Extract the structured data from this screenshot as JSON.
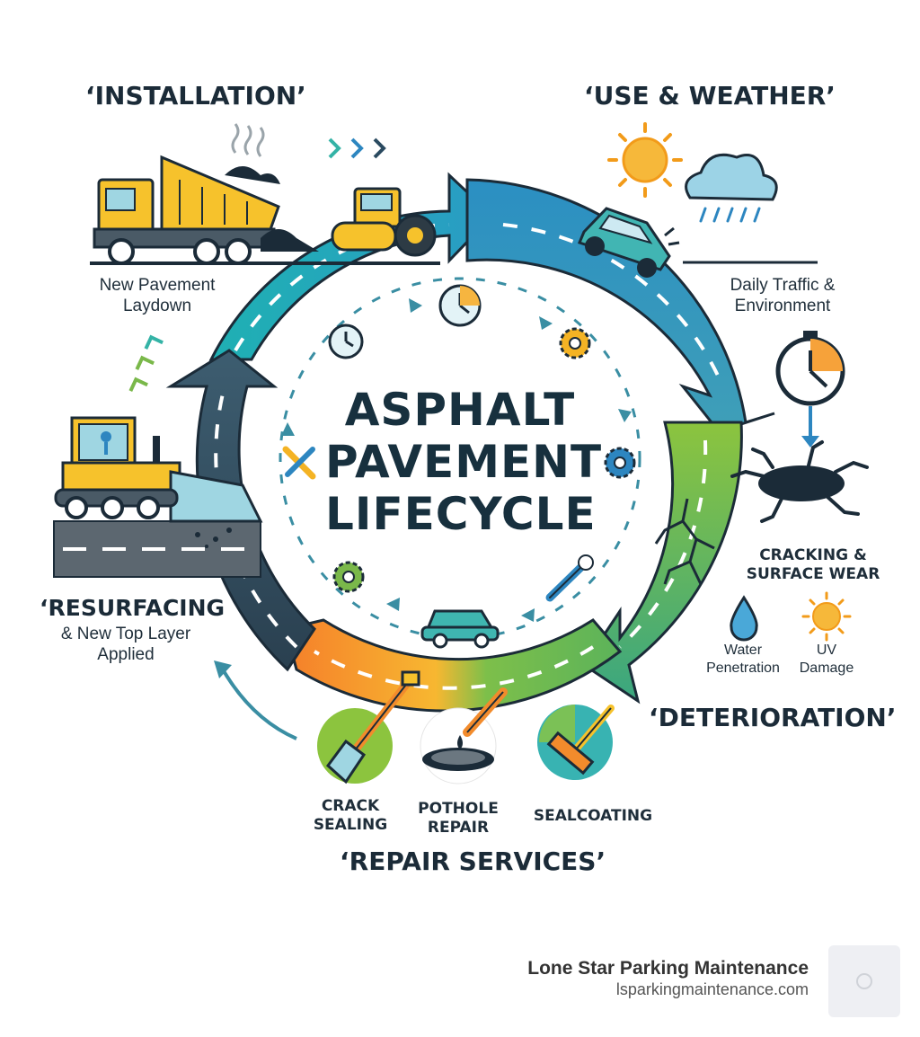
{
  "center": {
    "line1": "ASPHALT",
    "line2": "PAVEMENT",
    "line3": "LIFECYCLE"
  },
  "stages": {
    "installation": {
      "title": "‘INSTALLATION’",
      "desc1": "New Pavement",
      "desc2": "Laydown"
    },
    "use_weather": {
      "title": "‘USE & WEATHER’",
      "desc1": "Daily Traffic &",
      "desc2": "Environment"
    },
    "deterioration": {
      "title": "‘DETERIORATION’",
      "desc1": "CRACKING &",
      "desc2": "SURFACE WEAR",
      "water1": "Water",
      "water2": "Penetration",
      "uv1": "UV",
      "uv2": "Damage"
    },
    "repair": {
      "title": "‘REPAIR SERVICES’",
      "crack1": "CRACK",
      "crack2": "SEALING",
      "pothole1": "POTHOLE",
      "pothole2": "REPAIR",
      "sealcoat": "SEALCOATING"
    },
    "resurfacing": {
      "title": "‘RESURFACING",
      "desc1": "& New Top Layer",
      "desc2": "Applied"
    }
  },
  "brand": {
    "name": "Lone Star Parking Maintenance",
    "url": "lsparkingmaintenance.com"
  },
  "colors": {
    "teal": "#1fa6b4",
    "blue": "#2c8dbf",
    "green": "#6bb84a",
    "orange": "#f28b2c",
    "dark_slate": "#2f4b5c",
    "yellow": "#f4c430"
  }
}
